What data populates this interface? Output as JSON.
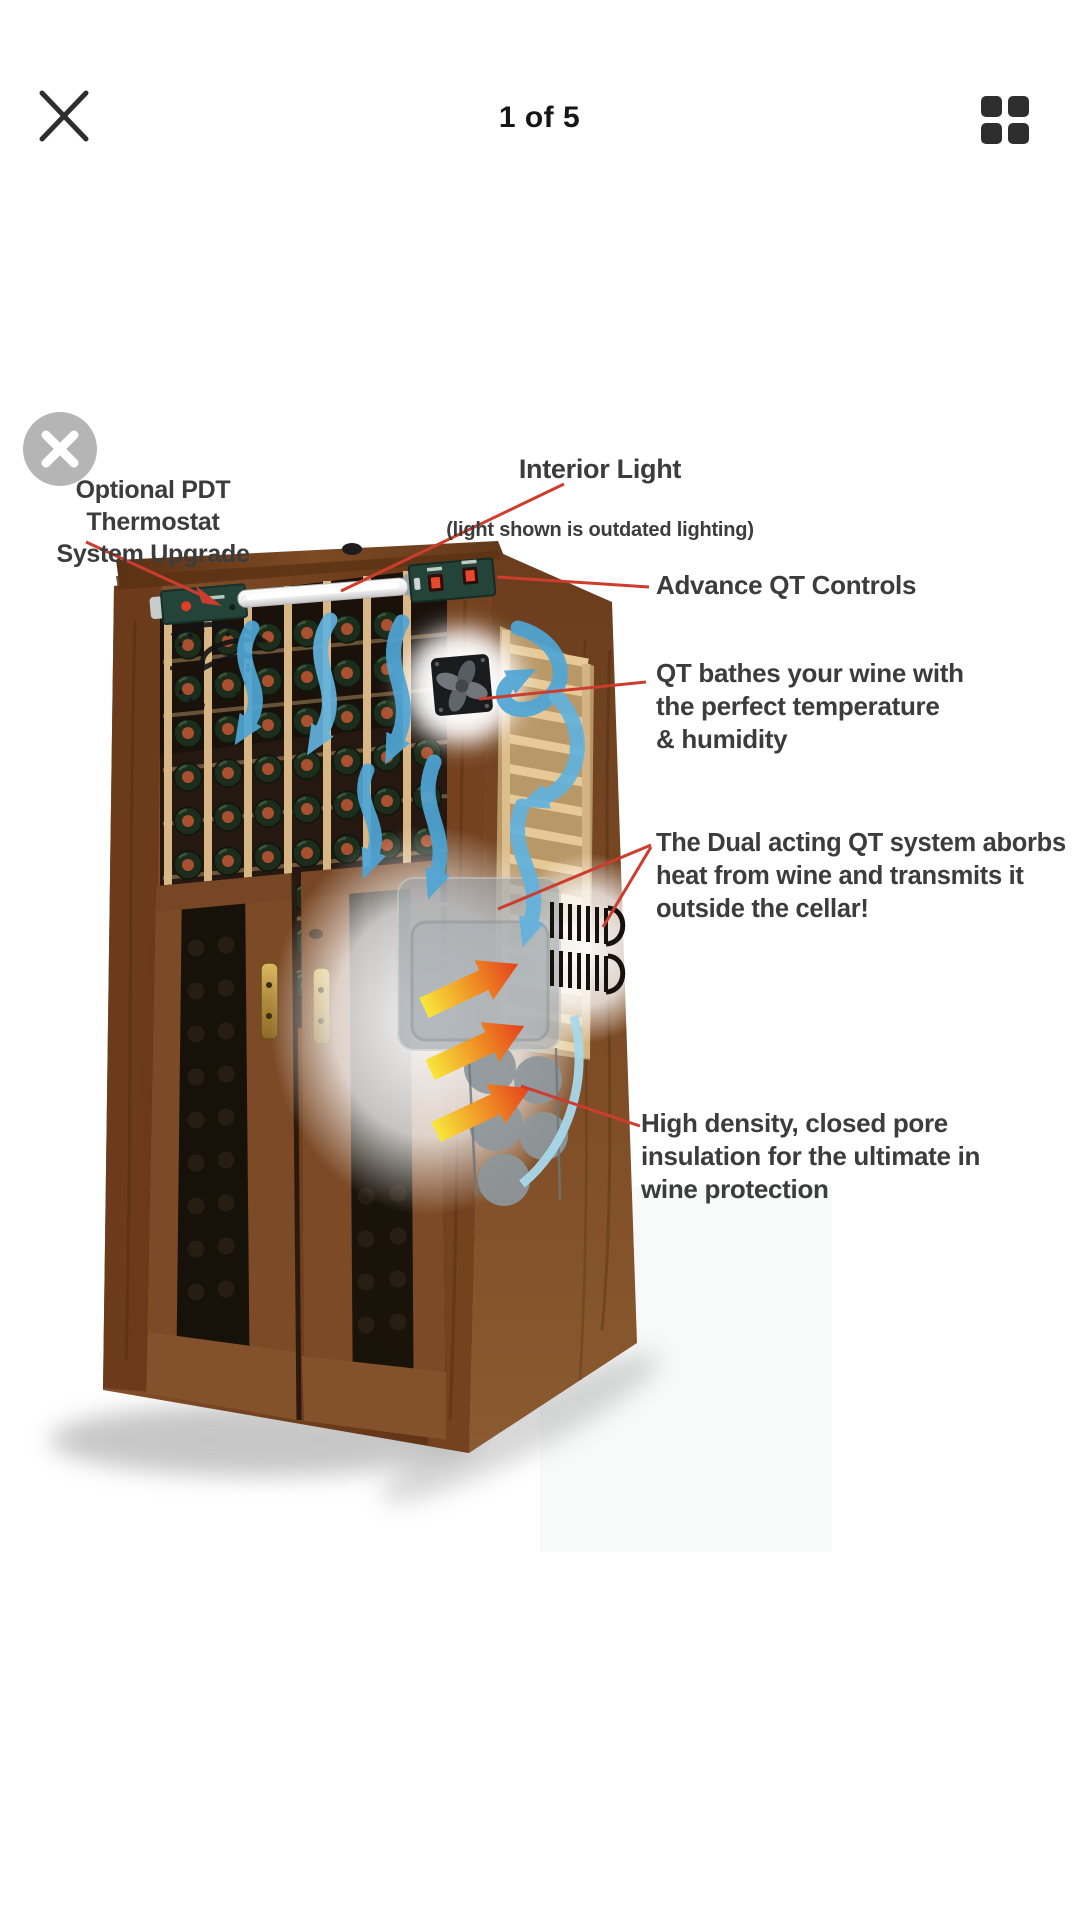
{
  "header": {
    "counter": "1 of 5",
    "close_icon": "close-x",
    "grid_icon": "grid-thumbnails"
  },
  "figure": {
    "dismiss_icon": "dismiss-x",
    "subject": "wine cellar cabinet cutaway diagram",
    "labels": {
      "interior_light_title": "Interior Light",
      "interior_light_subtitle": "(light shown is outdated lighting)",
      "optional_pdt": "Optional PDT Thermostat\nSystem Upgrade",
      "advance_qt": "Advance QT Controls",
      "qt_bathes": "QT bathes your wine with\nthe perfect temperature\n& humidity",
      "dual_acting": "The Dual acting QT system aborbs\nheat from wine and transmits it\noutside the cellar!",
      "high_density": "High density, closed pore\ninsulation for the ultimate in\nwine protection"
    },
    "colors": {
      "leader_line": "#cd3d2e",
      "label_text": "#3c3c3c",
      "airflow_blue": "#4fa6d6",
      "airflow_blue_light": "#62b2de",
      "heat_arrow_start": "#f8e63c",
      "heat_arrow_end": "#e4401d",
      "cabinet_wood": "#7c4a26",
      "rack_wood": "#d9b685",
      "insulation_grey": "#9aa2a8",
      "dismiss_badge_grey": "#b1b1b1",
      "topbar_icon": "#2e2e2e"
    }
  }
}
